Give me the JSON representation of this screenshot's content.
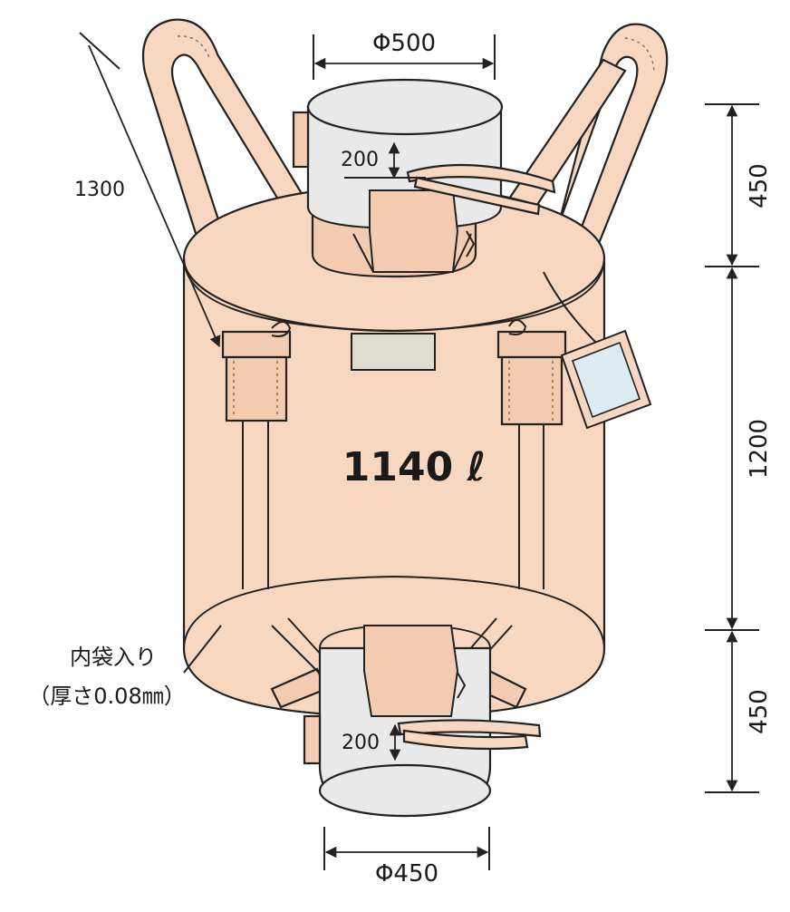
{
  "labels": {
    "top_diameter": "Φ500",
    "bottom_diameter": "Φ450",
    "top_spout_height": "200",
    "bottom_spout_height": "200",
    "loop_length": "1300",
    "top_height": "450",
    "body_height": "1200",
    "bottom_height": "450",
    "volume": "1140 ℓ",
    "inner_bag_line1": "内袋入り",
    "inner_bag_line2": "（厚さ0.08㎜）"
  },
  "colors": {
    "bag_fill": "#f7d7bf",
    "spout_fill": "#e9e9ea",
    "label_fill": "#dfdcd2",
    "tag_fill": "#dcecf2"
  }
}
